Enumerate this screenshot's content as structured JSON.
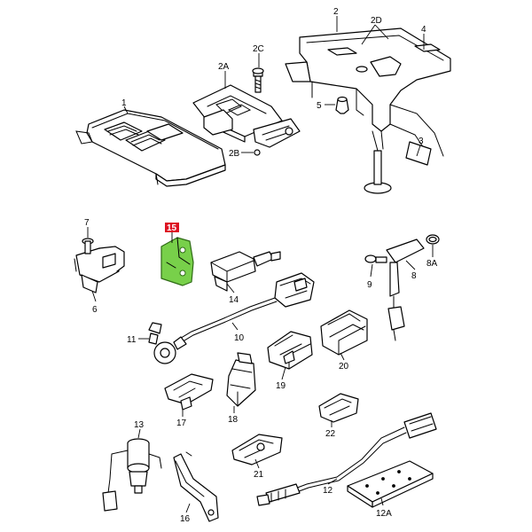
{
  "highlight_color": "#dd1122",
  "selected_part_color": "#78d04a",
  "selected_part": "15",
  "callouts": {
    "c1": "1",
    "c2": "2",
    "c2A": "2A",
    "c2B": "2B",
    "c2C": "2C",
    "c2D": "2D",
    "c3": "3",
    "c4": "4",
    "c5": "5",
    "c6": "6",
    "c7": "7",
    "c8": "8",
    "c8A": "8A",
    "c9": "9",
    "c10": "10",
    "c11": "11",
    "c12": "12",
    "c12A": "12A",
    "c13": "13",
    "c14": "14",
    "c15": "15",
    "c16": "16",
    "c17": "17",
    "c18": "18",
    "c19": "19",
    "c20": "20",
    "c21": "21",
    "c22": "22"
  }
}
